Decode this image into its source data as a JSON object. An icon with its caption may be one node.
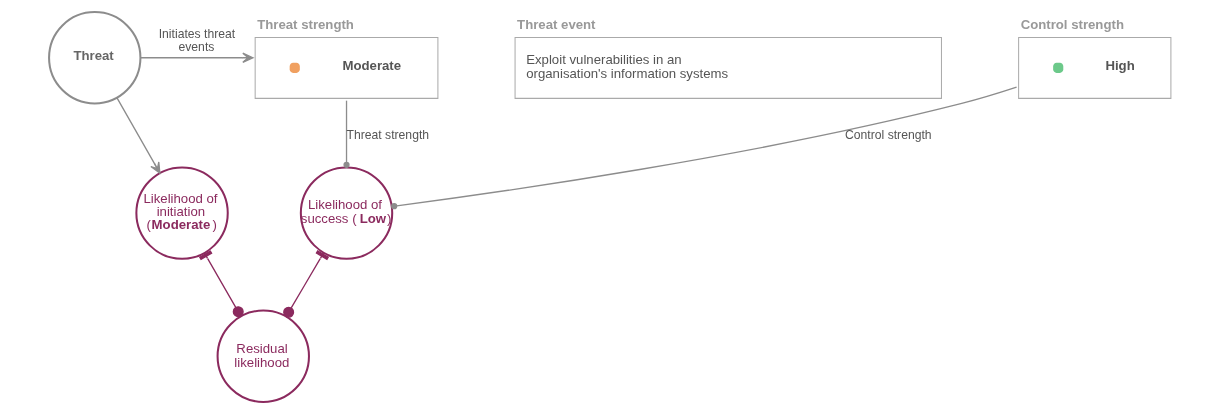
{
  "diagram": {
    "nodes": [
      {
        "text": [
          "Threat"
        ]
      },
      {
        "text": [
          "Threat strength",
          "Moderate"
        ]
      },
      {
        "text": [
          "Threat event",
          "Exploit vulnerabilities in an organisation's information systems"
        ]
      },
      {
        "text": [
          "Control strength",
          "High"
        ]
      },
      {
        "text": [
          "Likelihood of initiation (**Moderate**)"
        ]
      },
      {
        "text": [
          "Likelihood of success (**Low**)"
        ]
      },
      {
        "text": [
          "Residual likelihood"
        ]
      }
    ],
    "edges": [
      {
        "from": 0,
        "to": 1,
        "arrow": "to",
        "label": "Initiates threat events"
      },
      {
        "from": 0,
        "to": 4,
        "arrow": "to"
      },
      {
        "from": 1,
        "to": 5,
        "arrow": "other",
        "label": "Threat strength"
      },
      {
        "from": 3,
        "to": 5,
        "arrow": "other",
        "label": "Control strength"
      },
      {
        "from": 4,
        "to": 6,
        "arrow": "other",
        "color": "#8b2a5e"
      },
      {
        "from": 5,
        "to": 6,
        "arrow": "other",
        "color": "#8b2a5e"
      }
    ]
  }
}
